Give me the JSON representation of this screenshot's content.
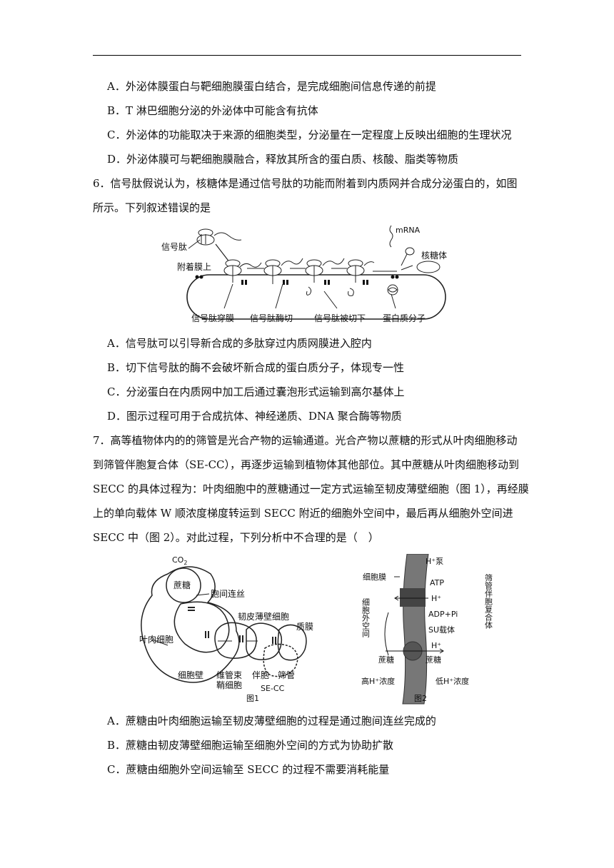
{
  "q5_options": [
    "A．外泌体膜蛋白与靶细胞膜蛋白结合，是完成细胞间信息传递的前提",
    "B．T 淋巴细胞分泌的外泌体中可能含有抗体",
    "C．外泌体的功能取决于来源的细胞类型，分泌量在一定程度上反映出细胞的生理状况",
    "D．外泌体膜可与靶细胞膜融合，释放其所含的蛋白质、核酸、脂类等物质"
  ],
  "q6": {
    "stem_line1": "6．信号肽假说认为，核糖体是通过信号肽的功能而附着到内质网并合成分泌蛋白的，如图",
    "stem_line2": "所示。下列叙述错误的是",
    "figure": {
      "signal_peptide": "信号肽",
      "attach_membrane": "附着膜上",
      "mrna": "mRNA",
      "ribosome": "核糖体",
      "cross_membrane": "信号肽穿膜",
      "enzyme_cut": "信号肽酶切",
      "cut_off": "信号肽被切下",
      "protein": "蛋白质分子"
    },
    "options": [
      "A．信号肽可以引导新合成的多肽穿过内质网膜进入腔内",
      "B．切下信号肽的酶不会破坏新合成的蛋白质分子，体现专一性",
      "C．分泌蛋白在内质网中加工后通过囊泡形式运输到高尔基体上",
      "D．图示过程可用于合成抗体、神经递质、DNA 聚合酶等物质"
    ]
  },
  "q7": {
    "stem": [
      "7．高等植物体内的的筛管是光合产物的运输通道。光合产物以蔗糖的形式从叶肉细胞移动",
      "到筛管伴胞复合体（SE-CC），再逐步运输到植物体其他部位。其中蔗糖从叶肉细胞移动到",
      "SECC 的具体过程为：叶肉细胞中的蔗糖通过一定方式运输至韧皮薄壁细胞（图 1），再经膜",
      "上的单向载体 W 顺浓度梯度转运到 SECC 附近的细胞外空间中，最后再从细胞外空间进",
      "SECC 中（图 2）。对此过程，下列分析中不合理的是（　）"
    ],
    "fig1": {
      "co2": "CO",
      "co2_sub": "2",
      "sucrose": "蔗糖",
      "plasmodesmata": "胞间连丝",
      "phloem_parenchyma": "韧皮薄壁细胞",
      "plasma_membrane": "质膜",
      "mesophyll": "叶肉细胞",
      "cell_wall": "细胞壁",
      "bundle_sheath_1": "维管束",
      "bundle_sheath_2": "鞘细胞",
      "companion": "伴胞",
      "sieve_tube": "筛管",
      "sece": "SE-CC",
      "caption": "图1"
    },
    "fig2": {
      "membrane": "细胞膜",
      "h_pump": "H⁺泵",
      "atp": "ATP",
      "h1": "H⁺",
      "adp": "ADP+Pi",
      "su": "SU载体",
      "h2": "H⁺",
      "sucrose_l": "蔗糖",
      "sucrose_r": "蔗糖",
      "extracellular": "细胞外空间",
      "complex": "筛管伴胞复合体",
      "high": "高H⁺浓度",
      "low": "低H⁺浓度",
      "caption": "图2"
    },
    "options": [
      "A．蔗糖由叶肉细胞运输至韧皮薄壁细胞的过程是通过胞间连丝完成的",
      "B．蔗糖由韧皮薄壁细胞运输至细胞外空间的方式为协助扩散",
      "C．蔗糖由细胞外空间运输至 SECC 的过程不需要消耗能量"
    ]
  }
}
